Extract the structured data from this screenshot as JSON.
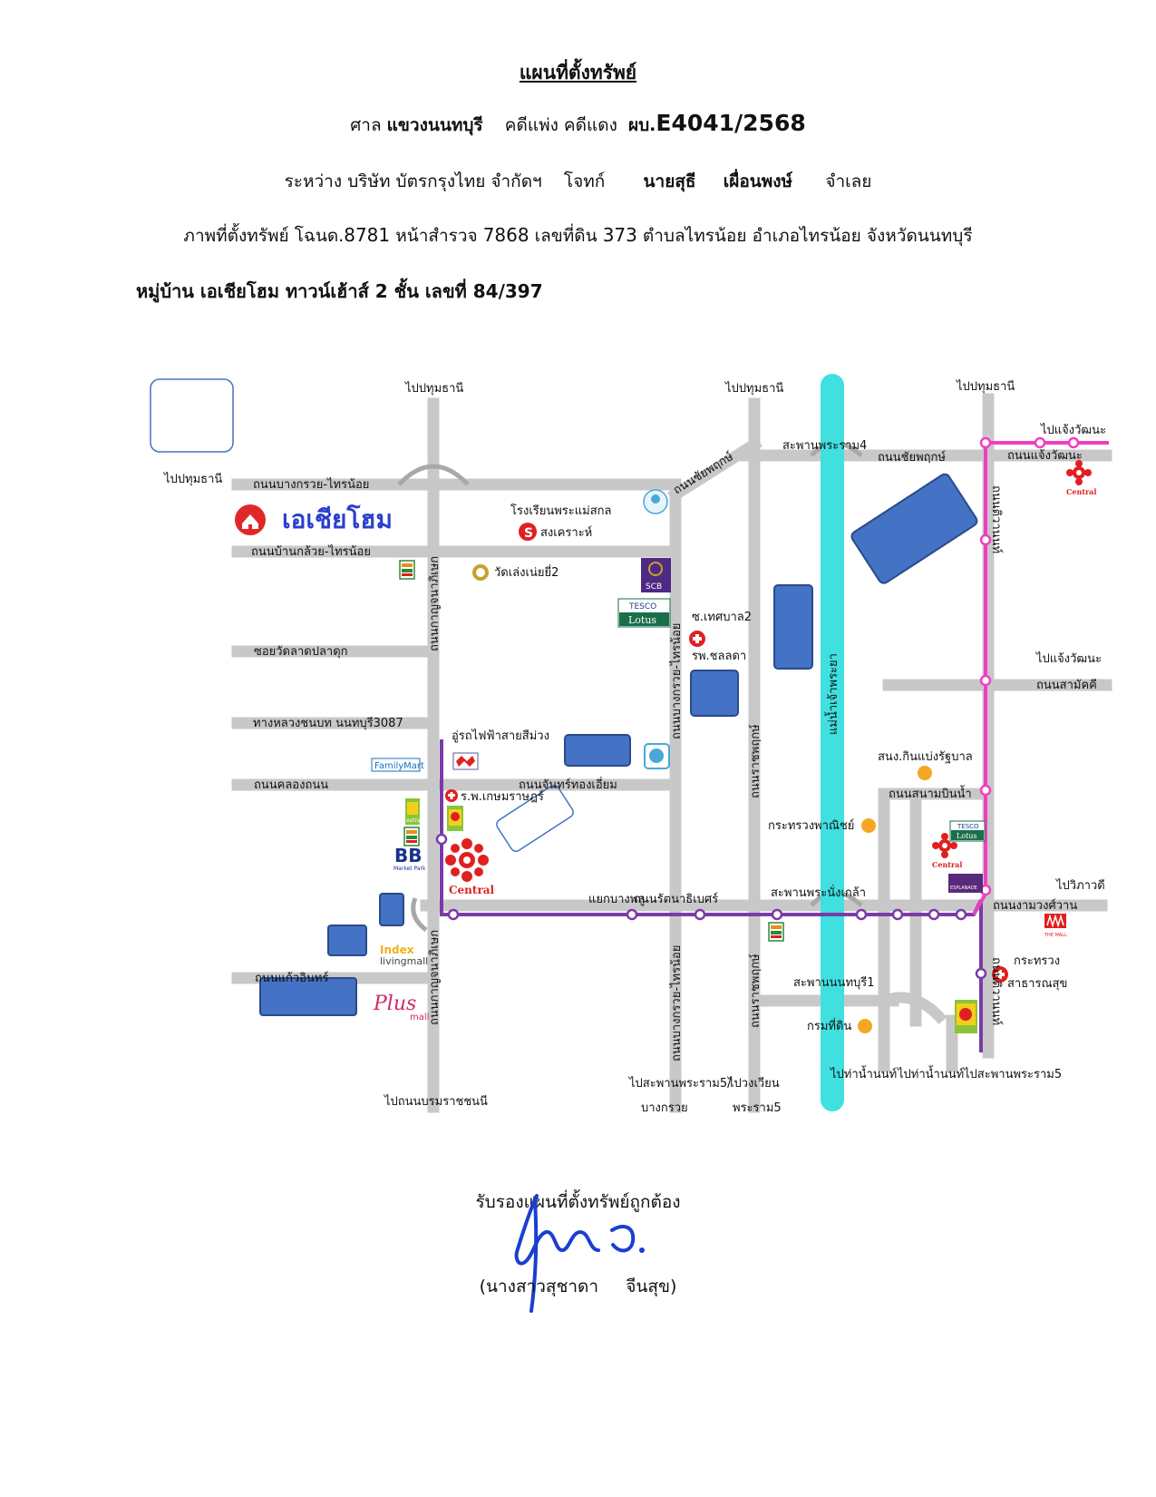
{
  "header": {
    "title": "แผนที่ตั้งทรัพย์",
    "court_prefix": "ศาล",
    "court_name": "แขวงนนทบุรี",
    "case_type": "คดีแพ่ง คดีแดง",
    "case_prefix": "ผบ.",
    "case_no": "E4041/2568",
    "between_label": "ระหว่าง",
    "plaintiff": "บริษัท บัตรกรุงไทย จำกัดฯ",
    "plaintiff_role": "โจทก์",
    "defendant_first": "นายสุธี",
    "defendant_last": "เผื่อนพงษ์",
    "defendant_role": "จำเลย",
    "deed_label": "ภาพที่ตั้งทรัพย์ โฉนด.",
    "deed_no": "8781",
    "survey_label": "หน้าสำรวจ",
    "survey_no": "7868",
    "land_label": "เลขที่ดิน",
    "land_no": "373",
    "location": "ตำบลไทรน้อย อำเภอไทรน้อย จังหวัดนนทบุรี",
    "property_line": "หมู่บ้าน เอเชียโฮม  ทาวน์เฮ้าส์ 2 ชั้น เลขที่ 84/397"
  },
  "map": {
    "colors": {
      "road": "#c8c8c8",
      "river": "#40e0e0",
      "purple_line": "#7a3aa8",
      "pink_line": "#ef3fbf",
      "building": "#4472c4",
      "poi": "#f5a623"
    },
    "village_name": "เอเชียโฮม",
    "labels": {
      "to_pathum_1": "ไปปทุมธานี",
      "to_pathum_2": "ไปปทุมธานี",
      "to_pathum_3": "ไปปทุมธานี",
      "to_pathum_left": "ไปปทุมธานี",
      "to_chaeng_1": "ไปแจ้งวัฒนะ",
      "to_chaeng_2": "ไปแจ้งวัฒนะ",
      "bridge_rama4": "สะพานพระราม4",
      "rd_chaiyapruek": "ถนนชัยพฤกษ์",
      "rd_chaiyapruek_diag": "ถนนชัยพฤกษ์",
      "rd_chaengwattana": "ถนนแจ้งวัฒนะ",
      "rd_bangkruai_sainoi": "ถนนบางกรวย-ไทรน้อย",
      "rd_banklui_sainoi": "ถนนบ้านกล้วย-ไทรน้อย",
      "soi_wat_ladpladuk": "ซอยวัดลาดปลาดุก",
      "hwy_3087": "ทางหลวงชนบท นนทบุรี3087",
      "rd_khlongthanon": "ถนนคลองถนน",
      "rd_kanchanaphisek": "ถนนกาญจนาภิเษก",
      "rd_kanchanaphisek_2": "ถนนกาญจนาภิเษก",
      "rd_bangkruai_vertical": "ถนนบางกรวย-ไทรน้อย",
      "rd_bangkruai_vertical_2": "ถนนบางกรวย-ไทรน้อย",
      "rd_ratchaphruek": "ถนนราชพฤกษ์",
      "rd_ratchaphruek_2": "ถนนราชพฤกษ์",
      "rd_chanthongiam": "ถนนจันทร์ทองเอี่ยม",
      "rd_rattanathibet": "ถนนรัตนาธิเบศร์",
      "junction_bangphlu": "แยกบางพลู",
      "bridge_phranangklao": "สะพานพระนั่งเกล้า",
      "rd_ngamwongwan": "ถนนงามวงศ์วาน",
      "to_vibhavadi": "ไปวิภาวดี",
      "rd_samakkhi": "ถนนสามัคคี",
      "rd_sanambinnam": "ถนนสนามบินน้ำ",
      "rd_kaewin": "ถนนแก้วอินทร์",
      "rd_tiwanon": "ถนนติวานนท์",
      "rd_tiwanon_2": "ถนนติวานนท์",
      "river": "แม่น้ำเจ้าพระยา",
      "school": "โรงเรียนพระแม่สกล",
      "songkhro": "สงเคราะห์",
      "temple": "วัดเล่งเน่ยยี่2",
      "soi_thetsaban2": "ซ.เทศบาล2",
      "hosp_chonlada": "รพ.ชลลดา",
      "mrt_depot": "อู่รถไฟฟ้าสายสีม่วง",
      "hosp_kasem": "ร.พ.เกษมราษฎร์",
      "gov_complex": "สนง.กินแบ่งรัฐบาล",
      "ministry_commerce": "กระทรวงพาณิชย์",
      "bridge_nonthaburi1": "สะพานนนทบุรี1",
      "land_dept": "กรมที่ดิน",
      "ministry_health_1": "กระทรวง",
      "ministry_health_2": "สาธารณสุข",
      "to_ptbr": "ไปถนนบรมราชชนนี",
      "to_rama5_bridge": "ไปสะพานพระราม5/",
      "bangkruai": "บางกรวย",
      "to_wongwian": "ไปวงเวียน",
      "rama5": "พระราม5",
      "to_nonpier_1": "ไปท่าน้ำนนท์",
      "to_nonpier_2": "ไปท่าน้ำนนท์",
      "to_rama5_right": "ไปสะพานพระราม5"
    },
    "brands": {
      "scb": "SCB",
      "tesco": "TESCO",
      "lotus": "Lotus",
      "familymart": "FamilyMart",
      "bb": "BB",
      "bb_sub": "Market Park",
      "central": "Central",
      "index_1": "Index",
      "index_2": "livingmall",
      "plus": "Plus",
      "plus_sub": "mall",
      "themall": "THE MALL",
      "esplanade": "ESPLANADE",
      "extra": "extra"
    }
  },
  "footer": {
    "certify": "รับรองแผนที่ตั้งทรัพย์ถูกต้อง",
    "name_open": "(",
    "name": "นางสาวสุชาดา",
    "surname": "จีนสุข",
    "name_close": ")"
  }
}
